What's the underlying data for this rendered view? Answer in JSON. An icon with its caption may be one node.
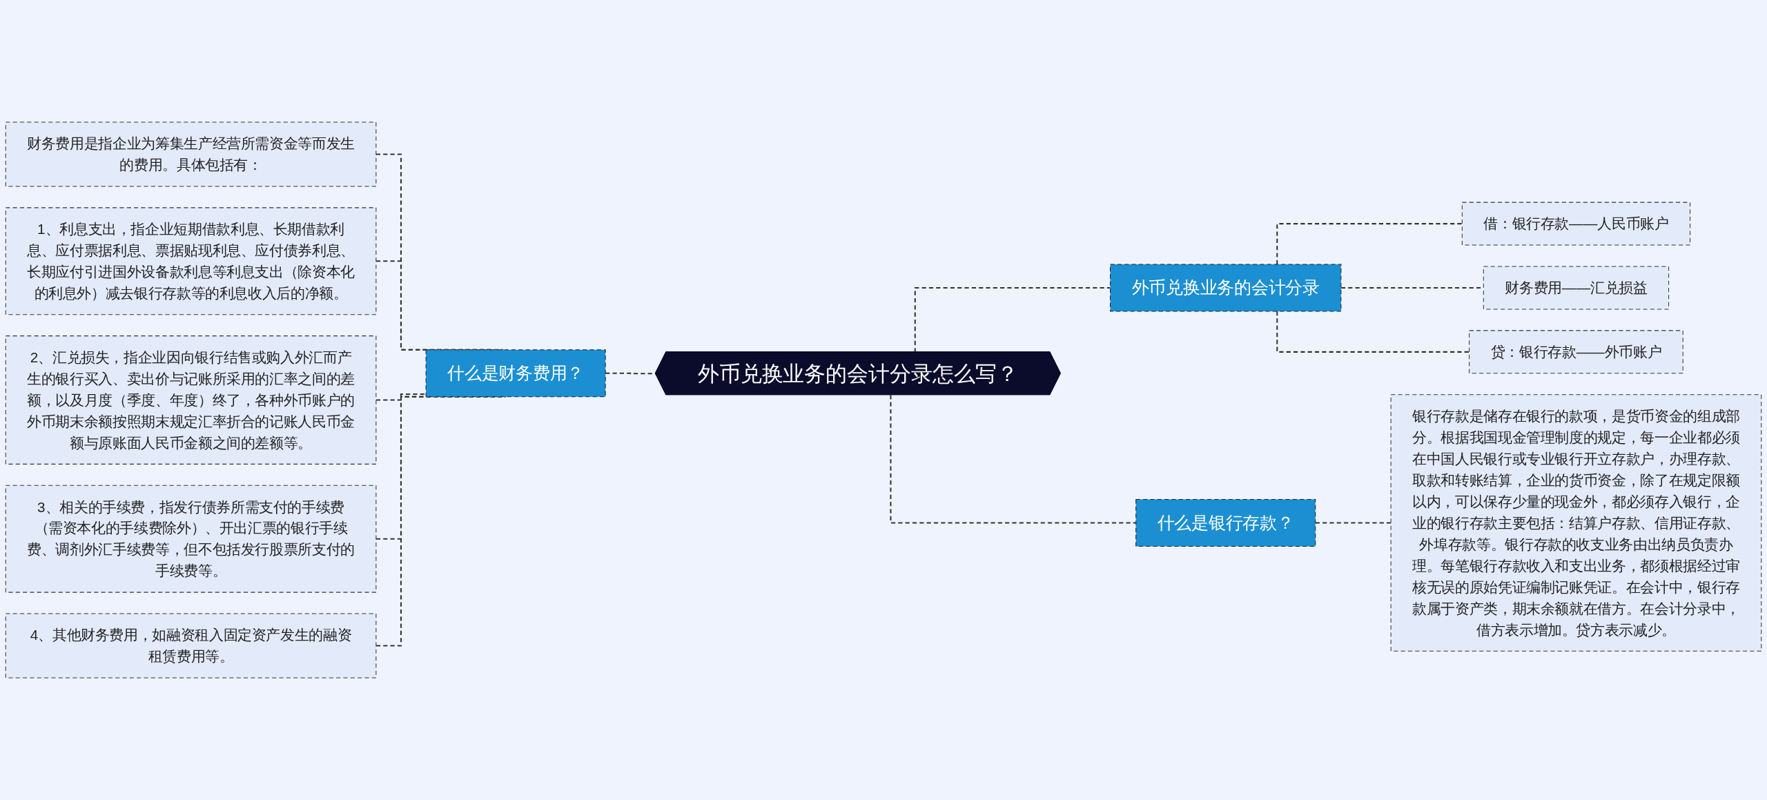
{
  "diagram": {
    "nodes": [
      {
        "text": [
          "外币兑换业务的会计分录怎么写？"
        ]
      },
      {
        "text": [
          "什么是财务费用？"
        ]
      },
      {
        "text": [
          "财务费用是指企业为筹集生产经营所需资金等而发生的费用。具体包括有："
        ]
      },
      {
        "text": [
          "1、利息支出，指企业短期借款利息、长期借款利息、应付票据利息、票据贴现利息、应付债券利息、长期应付引进国外设备款利息等利息支出（除资本化的利息外）减去银行存款等的利息收入后的净额。"
        ]
      },
      {
        "text": [
          "2、汇兑损失，指企业因向银行结售或购入外汇而产生的银行买入、卖出价与记账所采用的汇率之间的差额，以及月度（季度、年度）终了，各种外币账户的外币期末余额按照期末规定汇率折合的记账人民币金额与原账面人民币金额之间的差额等。"
        ]
      },
      {
        "text": [
          "3、相关的手续费，指发行债券所需支付的手续费（需资本化的手续费除外）、开出汇票的银行手续费、调剂外汇手续费等，但不包括发行股票所支付的手续费等。"
        ]
      },
      {
        "text": [
          "4、其他财务费用，如融资租入固定资产发生的融资租赁费用等。"
        ]
      },
      {
        "text": [
          "外币兑换业务的会计分录"
        ]
      },
      {
        "text": [
          "借：银行存款——人民币账户"
        ]
      },
      {
        "text": [
          "财务费用——汇兑损益"
        ]
      },
      {
        "text": [
          "贷：银行存款——外币账户"
        ]
      },
      {
        "text": [
          "什么是银行存款？"
        ]
      },
      {
        "text": [
          "银行存款是储存在银行的款项，是货币资金的组成部分。根据我国现金管理制度的规定，每一企业都必须在中国人民银行或专业银行开立存款户，办理存款、取款和转账结算，企业的货币资金，除了在规定限额以内，可以保存少量的现金外，都必须存入银行，企业的银行存款主要包括：结算户存款、信用证存款、外埠存款等。银行存款的收支业务由出纳员负责办理。每笔银行存款收入和支出业务，都须根据经过审核无误的原始凭证编制记账凭证。在会计中，银行存款属于资产类，期末余额就在借方。在会计分录中，借方表示增加。贷方表示减少。"
        ]
      }
    ],
    "edges": [
      {
        "from": 1,
        "to": 0,
        "arrow": "none",
        "style": "dashed"
      },
      {
        "from": 2,
        "to": 1,
        "arrow": "none",
        "style": "dashed"
      },
      {
        "from": 3,
        "to": 1,
        "arrow": "none",
        "style": "dashed"
      },
      {
        "from": 4,
        "to": 1,
        "arrow": "none",
        "style": "dashed"
      },
      {
        "from": 5,
        "to": 1,
        "arrow": "none",
        "style": "dashed"
      },
      {
        "from": 6,
        "to": 1,
        "arrow": "none",
        "style": "dashed"
      },
      {
        "from": 0,
        "to": 7,
        "arrow": "none",
        "style": "dashed"
      },
      {
        "from": 7,
        "to": 8,
        "arrow": "none",
        "style": "dashed"
      },
      {
        "from": 7,
        "to": 9,
        "arrow": "none",
        "style": "dashed"
      },
      {
        "from": 7,
        "to": 10,
        "arrow": "none",
        "style": "dashed"
      },
      {
        "from": 0,
        "to": 11,
        "arrow": "none",
        "style": "dashed"
      },
      {
        "from": 11,
        "to": 12,
        "arrow": "none",
        "style": "dashed"
      }
    ]
  }
}
